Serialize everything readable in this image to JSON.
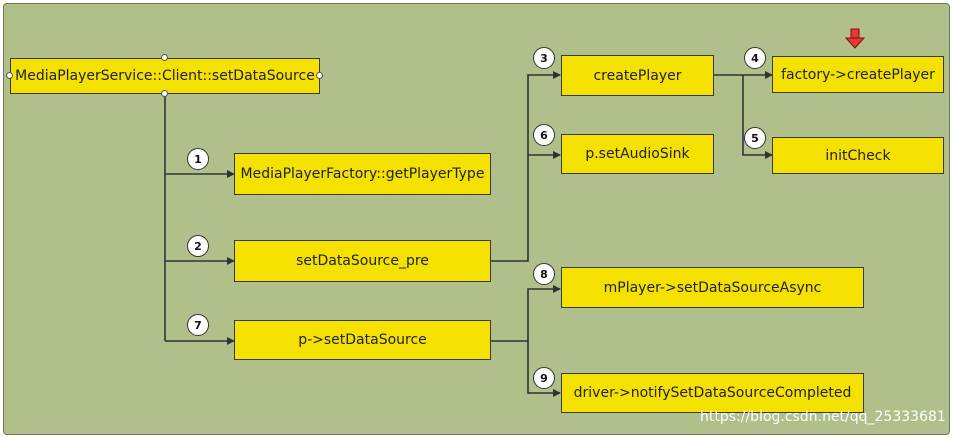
{
  "nodes": {
    "root": "MediaPlayerService::Client::setDataSource",
    "get_player_type": "MediaPlayerFactory::getPlayerType",
    "set_data_source_pre": "setDataSource_pre",
    "p_set_data_source": "p->setDataSource",
    "create_player": "createPlayer",
    "p_set_audio_sink": "p.setAudioSink",
    "factory_create_player": "factory->createPlayer",
    "init_check": "initCheck",
    "set_data_source_async": "mPlayer->setDataSourceAsync",
    "notify_completed": "driver->notifySetDataSourceCompleted"
  },
  "steps": [
    "1",
    "2",
    "3",
    "4",
    "5",
    "6",
    "7",
    "8",
    "9"
  ],
  "marker_icon": "red-down-arrow-icon",
  "colors": {
    "background": "#b1bf8b",
    "node_fill": "#f5e100",
    "marker": "#e53935"
  },
  "watermark": "https://blog.csdn.net/qq_25333681"
}
